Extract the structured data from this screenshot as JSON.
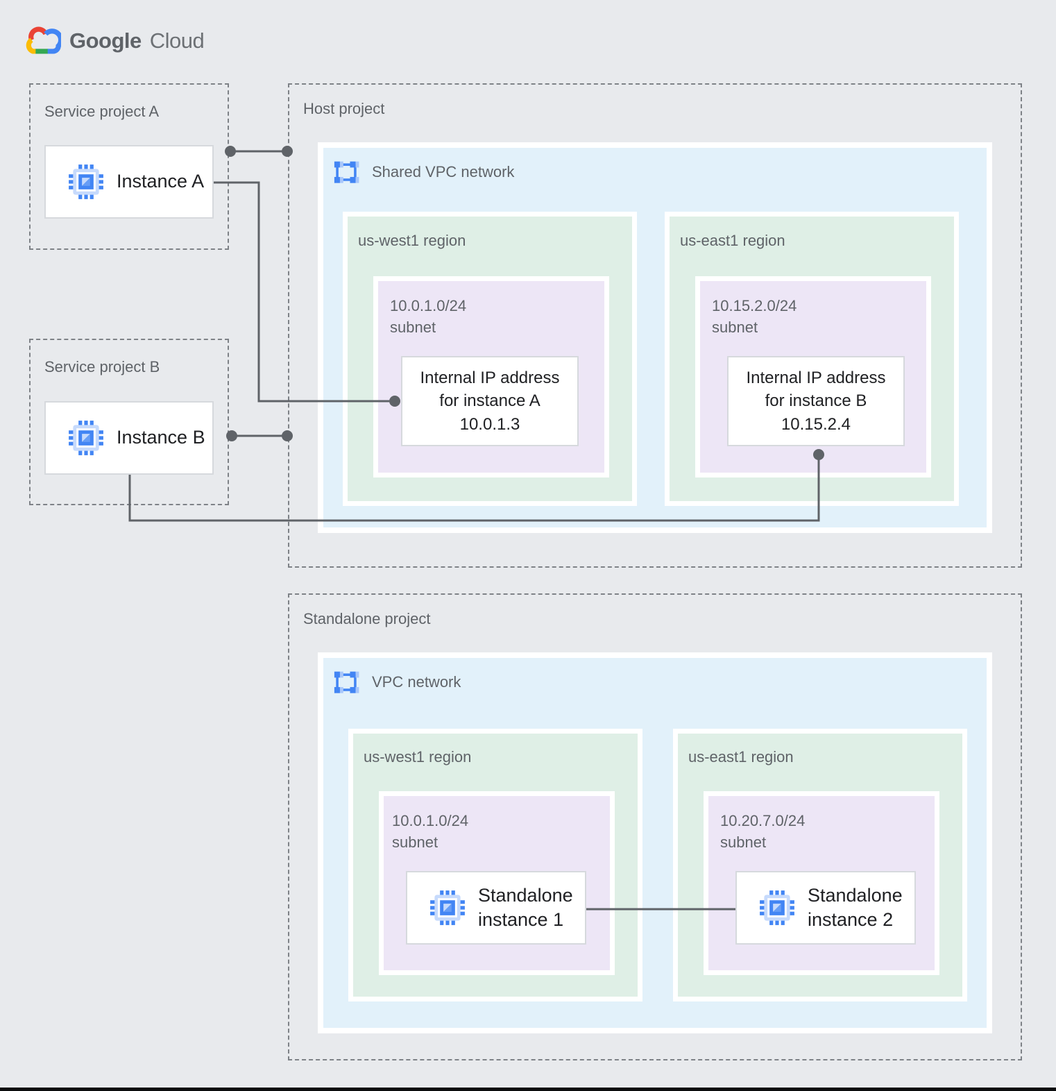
{
  "colors": {
    "background": "#E8EAED",
    "network_fill": "#E2F1FA",
    "region_fill": "#DFEFE6",
    "subnet_fill": "#EDE6F6",
    "node_border": "#D6D9DD",
    "dashed_border": "#7E8287",
    "label_text": "#5F6368",
    "node_text": "#202124",
    "connector": "#5F6368",
    "icon_blue": "#4285F4",
    "icon_blue_light": "#A8C7FA",
    "logo_red": "#EA4335",
    "logo_yellow": "#FBBC04",
    "logo_green": "#34A853",
    "logo_blue": "#4285F4"
  },
  "icons": {
    "logo": "google-cloud-logo",
    "instance": "compute-engine-icon",
    "network": "vpc-network-icon"
  },
  "logo": {
    "brand": "Google",
    "product": "Cloud"
  },
  "service_project_a": {
    "label": "Service project A",
    "instance_label": "Instance A"
  },
  "service_project_b": {
    "label": "Service project B",
    "instance_label": "Instance B"
  },
  "host_project": {
    "label": "Host project",
    "network_label": "Shared VPC network",
    "regions": [
      {
        "label": "us-west1 region",
        "subnet_cidr": "10.0.1.0/24",
        "subnet_word": "subnet",
        "ip_card": {
          "line1": "Internal IP address",
          "line2": "for instance A",
          "line3": "10.0.1.3"
        }
      },
      {
        "label": "us-east1 region",
        "subnet_cidr": "10.15.2.0/24",
        "subnet_word": "subnet",
        "ip_card": {
          "line1": "Internal IP address",
          "line2": "for instance B",
          "line3": "10.15.2.4"
        }
      }
    ]
  },
  "standalone_project": {
    "label": "Standalone project",
    "network_label": "VPC network",
    "regions": [
      {
        "label": "us-west1 region",
        "subnet_cidr": "10.0.1.0/24",
        "subnet_word": "subnet",
        "instance": {
          "line1": "Standalone",
          "line2": "instance 1"
        }
      },
      {
        "label": "us-east1 region",
        "subnet_cidr": "10.20.7.0/24",
        "subnet_word": "subnet",
        "instance": {
          "line1": "Standalone",
          "line2": "instance 2"
        }
      }
    ]
  }
}
